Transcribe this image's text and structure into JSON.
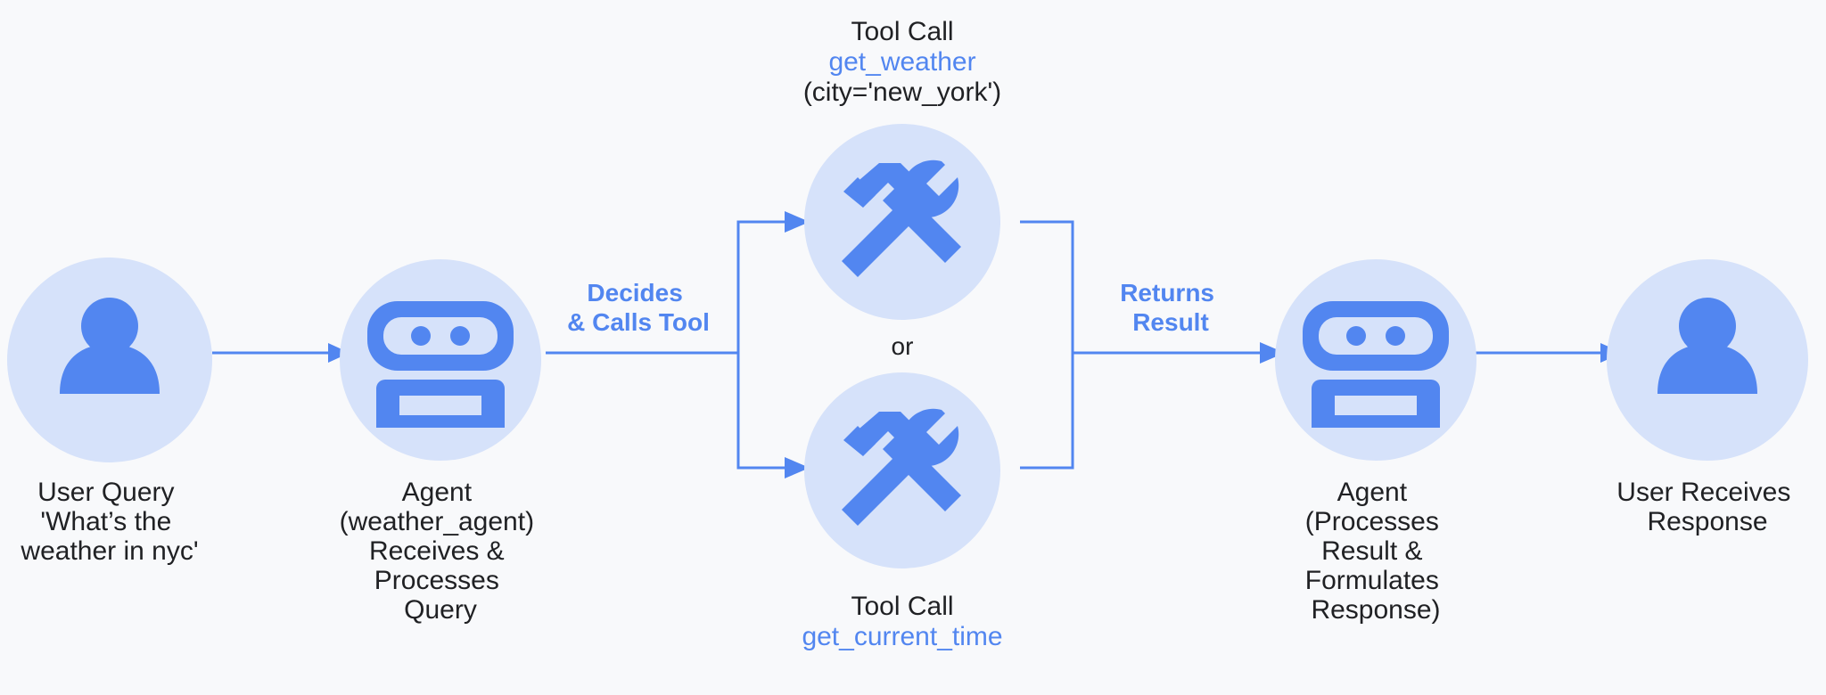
{
  "diagram": {
    "background_color": "#f8f9fb",
    "accent_color": "#5286f0",
    "circle_fill_color": "#d6e2fa",
    "text_color": "#202124",
    "nodes": [
      {
        "id": "user-query",
        "icon": "person-icon",
        "label_lines": [
          "User Query",
          "'What’s the",
          "weather in nyc'"
        ]
      },
      {
        "id": "agent-receives",
        "icon": "robot-icon",
        "label_lines": [
          "Agent",
          "(weather_agent)",
          "Receives &",
          "Processes",
          "Query"
        ]
      },
      {
        "id": "tool-weather",
        "icon": "tools-icon",
        "label_lines": [
          "Tool Call",
          "get_weather",
          "(city='new_york')"
        ],
        "title": "Tool Call",
        "function_name": "get_weather",
        "arguments": "(city='new_york')"
      },
      {
        "id": "tool-time",
        "icon": "tools-icon",
        "label_lines": [
          "Tool Call",
          "get_current_time"
        ],
        "title": "Tool Call",
        "function_name": "get_current_time",
        "arguments": ""
      },
      {
        "id": "agent-processes",
        "icon": "robot-icon",
        "label_lines": [
          "Agent",
          "(Processes",
          "Result &",
          "Formulates",
          "Response)"
        ]
      },
      {
        "id": "user-receives",
        "icon": "person-icon",
        "label_lines": [
          "User Receives",
          "Response"
        ]
      }
    ],
    "edges": [
      {
        "id": "user-to-agent",
        "label_lines": []
      },
      {
        "id": "agent-to-tools",
        "label_lines": [
          "Decides",
          "& Calls Tool"
        ]
      },
      {
        "id": "tools-to-agent",
        "label_lines": [
          "Returns",
          "Result"
        ]
      },
      {
        "id": "agent-to-user",
        "label_lines": []
      }
    ],
    "branch_connector_label": "or"
  }
}
